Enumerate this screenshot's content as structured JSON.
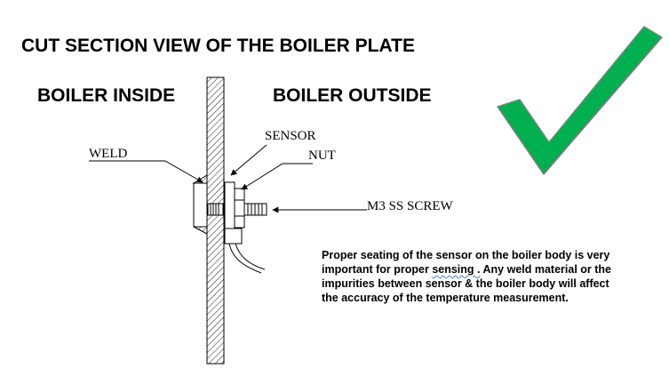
{
  "title": "CUT SECTION VIEW OF THE BOILER PLATE",
  "labels": {
    "inside": "BOILER INSIDE",
    "outside": "BOILER OUTSIDE"
  },
  "callouts": {
    "weld": "WELD",
    "sensor": "SENSOR",
    "nut": "NUT",
    "screw": "M3 SS SCREW"
  },
  "note": {
    "part1": "Proper seating of the sensor on the boiler body is very important for proper ",
    "squiggle_word": "sensing .",
    "part2": " Any weld material or the impurities between sensor & the boiler body will affect the accuracy of the temperature measurement."
  },
  "colors": {
    "checkmark": "#00b050",
    "checkmark_outline": "#808080",
    "line": "#000000"
  },
  "icons": {
    "checkmark": "check-mark-icon"
  }
}
